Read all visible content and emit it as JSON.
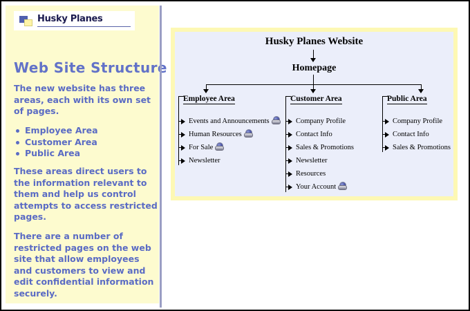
{
  "sidebar": {
    "logo": {
      "icon": "husky-planes-logo-icon",
      "text": "Husky Planes"
    },
    "heading": "Web Site Structure",
    "paragraph_1": "The new website has three areas, each with its own set of pages.",
    "list": [
      "Employee Area",
      "Customer Area",
      "Public Area"
    ],
    "paragraph_2": "These areas direct users to the information relevant to them and help us control attempts to access restricted pages.",
    "paragraph_3": "There are a number of restricted pages on the web site that allow employees and customers to view and edit confidential information securely."
  },
  "diagram": {
    "title": "Husky Planes Website",
    "root": "Homepage",
    "columns": [
      {
        "header": "Employee Area",
        "items": [
          {
            "label": "Events and Announcements",
            "restricted": true
          },
          {
            "label": "Human Resources",
            "restricted": true
          },
          {
            "label": "For Sale",
            "restricted": true
          },
          {
            "label": "Newsletter",
            "restricted": false
          }
        ]
      },
      {
        "header": "Customer Area",
        "items": [
          {
            "label": "Company Profile",
            "restricted": false
          },
          {
            "label": "Contact Info",
            "restricted": false
          },
          {
            "label": "Sales & Promotions",
            "restricted": false
          },
          {
            "label": "Newsletter",
            "restricted": false
          },
          {
            "label": "Resources",
            "restricted": false
          },
          {
            "label": "Your Account",
            "restricted": true
          }
        ]
      },
      {
        "header": "Public Area",
        "items": [
          {
            "label": "Company Profile",
            "restricted": false
          },
          {
            "label": "Contact Info",
            "restricted": false
          },
          {
            "label": "Sales & Promotions",
            "restricted": false
          }
        ]
      }
    ],
    "restricted_icon": "padlock-icon"
  },
  "colors": {
    "sidebar_background": "#fdfbcf",
    "sidebar_text": "#5a6bc4",
    "heading_text": "#6272c8",
    "panel_border": "#fdf8b4",
    "panel_background": "#ebeefa",
    "divider": "#9a9ec4",
    "page_border": "#000000"
  }
}
